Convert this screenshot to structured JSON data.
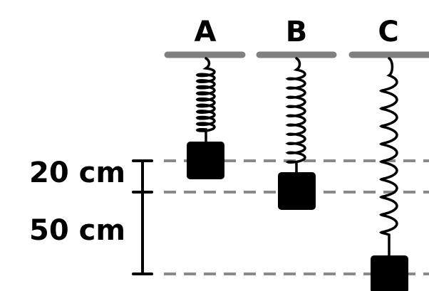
{
  "springs": [
    {
      "label": "A"
    },
    {
      "label": "B"
    },
    {
      "label": "C"
    }
  ],
  "measurements": [
    {
      "label": "20 cm"
    },
    {
      "label": "50 cm"
    }
  ],
  "colors": {
    "ceiling": "#7f7f7f",
    "dashed_line": "#8a8a8a",
    "ink": "#000000"
  }
}
